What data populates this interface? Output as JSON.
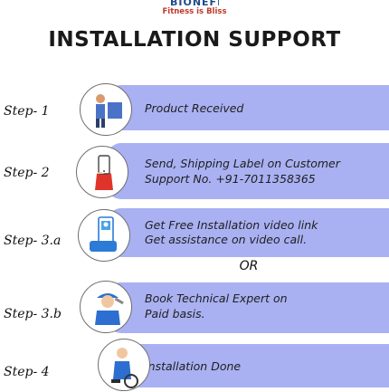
{
  "logo": {
    "brand": "BIONEFIT",
    "tagline": "Fitness is Bliss"
  },
  "title": "INSTALLATION SUPPORT",
  "steps": [
    {
      "label": "Step- 1",
      "text": [
        "Product Received"
      ],
      "icon": "delivery-person-icon"
    },
    {
      "label": "Step- 2",
      "text": [
        "Send, Shipping Label on Customer",
        "Support No. +91-7011358365"
      ],
      "icon": "phone-in-hand-icon"
    },
    {
      "label": "Step- 3.a",
      "text": [
        "Get Free Installation video link",
        "Get assistance on video call."
      ],
      "icon": "video-call-phone-icon"
    },
    {
      "label": "Step- 3.b",
      "text": [
        "Book Technical Expert on",
        "Paid basis."
      ],
      "icon": "technician-icon"
    },
    {
      "label": "Step- 4",
      "text": [
        "Installation Done"
      ],
      "icon": "installer-icon"
    }
  ],
  "separator": "OR",
  "colors": {
    "bar": "#a9b1f2",
    "tagline": "#c0392b",
    "brand": "#1f4a8a"
  }
}
